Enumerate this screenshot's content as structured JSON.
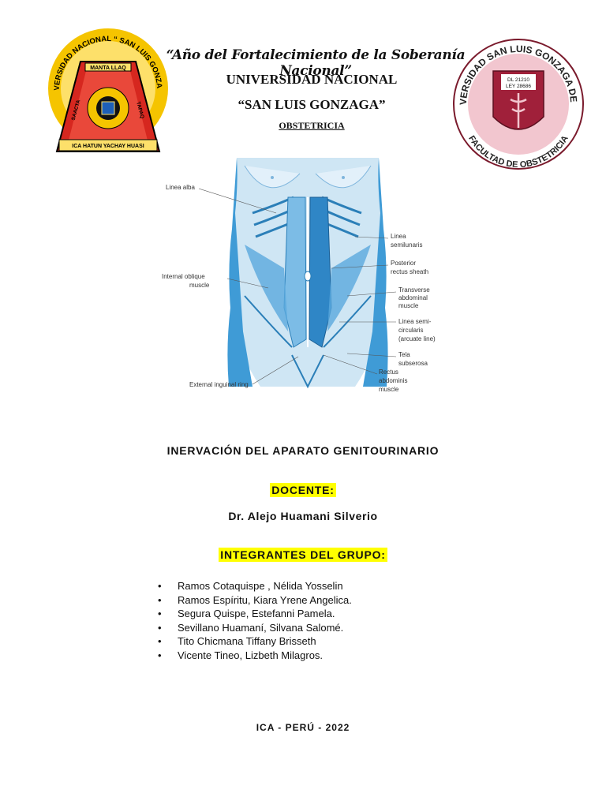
{
  "header": {
    "motto": "“Año del Fortalecimiento de la Soberanía Nacional”",
    "university_line1": "UNIVERSIDAD NACIONAL",
    "university_line2": "“SAN LUIS GONZAGA”",
    "department": "OBSTETRICIA"
  },
  "logo_left": {
    "ring_text": "UNIVERSIDAD NACIONAL “ SAN LUIS GONZAGA”",
    "banner_top": "MANTA LLAQ",
    "banner_left": "SAACTA",
    "banner_right": "TAPAQ",
    "banner_bottom": "ICA HATUN YACHAY HUASI"
  },
  "logo_right": {
    "ring_top": "UNIVERSIDAD SAN LUIS GONZAGA DE ICA",
    "ring_bottom": "FACULTAD DE OBSTETRICIA",
    "dl": "DL 21210",
    "ley": "LEY 28686"
  },
  "figure": {
    "labels": {
      "linea_alba": "Linea alba",
      "linea_semilunaris_1": "Linea",
      "linea_semilunaris_2": "semilunaris",
      "posterior_1": "Posterior",
      "posterior_2": "rectus sheath",
      "internal_1": "Internal oblique",
      "internal_2": "muscle",
      "transverse_1": "Transverse",
      "transverse_2": "abdominal",
      "transverse_3": "muscle",
      "semicirc_1": "Linea semi-",
      "semicirc_2": "circularis",
      "semicirc_3": "(arcuate line)",
      "tela_1": "Tela",
      "tela_2": "subserosa",
      "external": "External inguinal ring",
      "rectus_1": "Rectus",
      "rectus_2": "abdominis",
      "rectus_3": "muscle"
    }
  },
  "title": "INERVACIÓN DEL APARATO GENITOURINARIO",
  "docente_label": "DOCENTE:",
  "docente_name": "Dr. Alejo Huamani Silverio",
  "group_label": "INTEGRANTES DEL GRUPO:",
  "members": [
    "Ramos Cotaquispe , Nélida Yosselin",
    "Ramos Espíritu, Kiara Yrene Angelica.",
    "Segura Quispe, Estefanni Pamela.",
    "Sevillano Huamaní, Silvana Salomé.",
    "Tito Chicmana Tiffany Brisseth",
    "Vicente Tineo, Lizbeth Milagros."
  ],
  "footer": "ICA - PERÚ - 2022",
  "colors": {
    "highlight": "#ffff00",
    "left_logo_sun": "#f5c400",
    "left_logo_red": "#d6271f",
    "right_logo_pink": "#f2c6cf",
    "right_logo_maroon": "#a0203a",
    "muscle_blue": "#3f9bd6"
  }
}
